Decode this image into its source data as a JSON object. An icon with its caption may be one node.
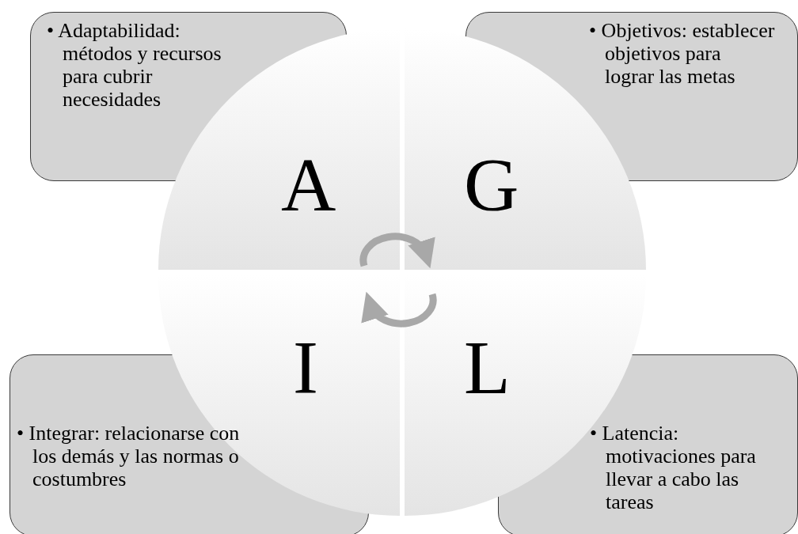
{
  "diagram": {
    "nodes": [
      {
        "text": [
          "• Adaptabilidad: métodos y recursos para cubrir necesidades"
        ]
      },
      {
        "text": [
          "• Objetivos: establecer objetivos para lograr las metas"
        ]
      },
      {
        "text": [
          "A"
        ]
      },
      {
        "text": [
          "G"
        ]
      },
      {
        "text": [
          "I"
        ]
      },
      {
        "text": [
          "L"
        ]
      },
      {
        "text": [
          "• Integrar: relacionarse con los demás y las normas o costumbres"
        ]
      },
      {
        "text": [
          "• Latencia: motivaciones para llevar a cabo las tareas"
        ]
      }
    ],
    "edges": [
      {
        "from": 2,
        "to": 3,
        "arrow": "to"
      },
      {
        "from": 5,
        "to": 4,
        "arrow": "to"
      }
    ]
  }
}
